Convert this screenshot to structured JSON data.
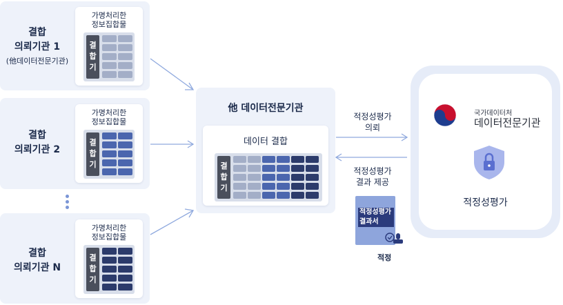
{
  "requesters": [
    {
      "line1": "결합",
      "line2": "의뢰기관 1",
      "sub": "(他데이터전문기관)",
      "card_title_1": "가명처리한",
      "card_title_2": "정보집합물",
      "side_label": "결\n합\n기",
      "shade": "light"
    },
    {
      "line1": "결합",
      "line2": "의뢰기관 2",
      "sub": "",
      "card_title_1": "가명처리한",
      "card_title_2": "정보집합물",
      "side_label": "결\n합\n기",
      "shade": "medium"
    },
    {
      "line1": "결합",
      "line2": "의뢰기관 N",
      "sub": "",
      "card_title_1": "가명처리한",
      "card_title_2": "정보집합물",
      "side_label": "결\n합\n기",
      "shade": "dark"
    }
  ],
  "center": {
    "title": "他 데이터전문기관",
    "combine_title": "데이터 결합",
    "side_label": "결\n합\n기"
  },
  "arrows": {
    "request_line1": "적정성평가",
    "request_line2": "의뢰",
    "result_line1": "적정성평가",
    "result_line2": "결과 제공"
  },
  "document": {
    "title_line1": "적정성평가",
    "title_line2": "결과서",
    "stamp_text": "적정"
  },
  "evaluator": {
    "agency_small": "국가데이터처",
    "agency_big": "데이터전문기관",
    "label": "적정성평가",
    "icon": "lock-shield-icon"
  },
  "colors": {
    "light": "#a3aec7",
    "medium": "#4b66ae",
    "dark": "#2c3b6b",
    "accent": "#7a95d6",
    "lock": "#a9b6ec"
  }
}
